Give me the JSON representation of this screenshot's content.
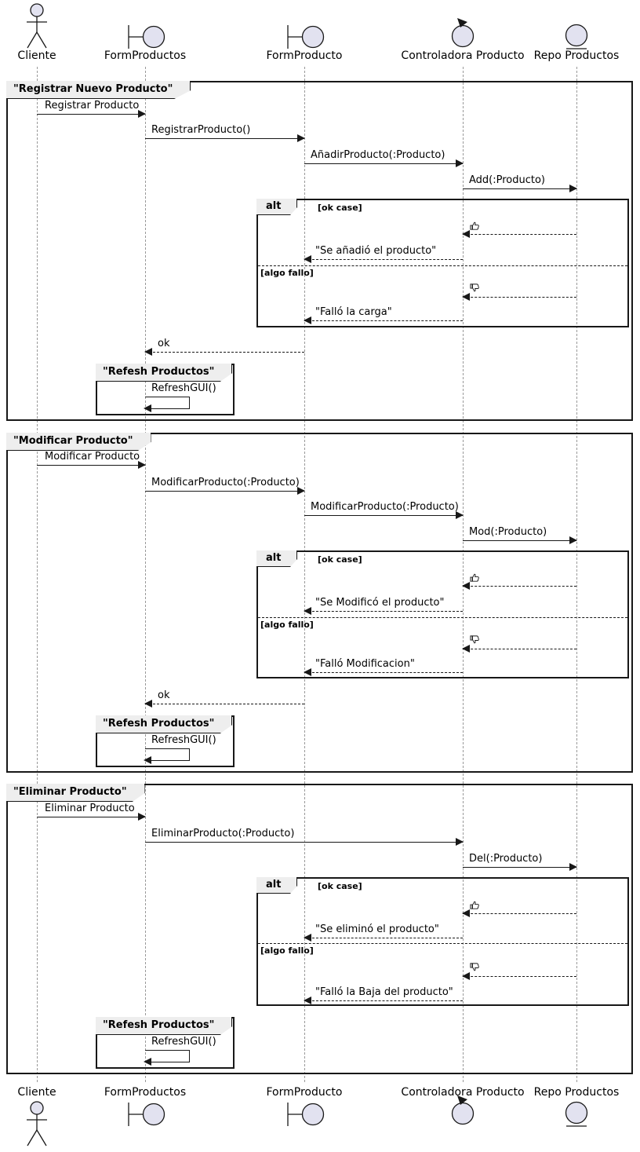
{
  "diagram_type": "uml-sequence",
  "colors": {
    "participant_fill": "#E2E2F0",
    "frame_header_fill": "#EEEEEE",
    "line": "#181818",
    "lifeline": "#999999"
  },
  "icons": {
    "success": "thumbs-up-icon",
    "failure": "thumbs-down-icon"
  },
  "participants": [
    {
      "label": "Cliente",
      "type": "actor",
      "icon": "actor-icon"
    },
    {
      "label": "FormProductos",
      "type": "boundary",
      "icon": "boundary-icon"
    },
    {
      "label": "FormProducto",
      "type": "boundary",
      "icon": "boundary-icon"
    },
    {
      "label": "Controladora Producto",
      "type": "control",
      "icon": "control-icon"
    },
    {
      "label": "Repo Productos",
      "type": "entity",
      "icon": "entity-icon"
    }
  ],
  "frames": [
    {
      "title": "\"Registrar Nuevo Producto\"",
      "alt_operator": "alt",
      "guards": {
        "ok": "[ok case]",
        "fail": "[algo fallo]"
      },
      "messages": {
        "m1": "Registrar Producto",
        "m2": "RegistrarProducto()",
        "m3": "AñadirProducto(:Producto)",
        "m4": "Add(:Producto)",
        "ok_reply": "\"Se añadió el producto\"",
        "fail_reply": "\"Falló la carga\"",
        "ok": "ok"
      },
      "refresh": {
        "title": "\"Refesh Productos\"",
        "message": "RefreshGUI()"
      }
    },
    {
      "title": "\"Modificar Producto\"",
      "alt_operator": "alt",
      "guards": {
        "ok": "[ok case]",
        "fail": "[algo fallo]"
      },
      "messages": {
        "m1": "Modificar Producto",
        "m2": "ModificarProducto(:Producto)",
        "m3": "ModificarProducto(:Producto)",
        "m4": "Mod(:Producto)",
        "ok_reply": "\"Se Modificó el producto\"",
        "fail_reply": "\"Falló Modificacion\"",
        "ok": "ok"
      },
      "refresh": {
        "title": "\"Refesh Productos\"",
        "message": "RefreshGUI()"
      }
    },
    {
      "title": "\"Eliminar Producto\"",
      "alt_operator": "alt",
      "guards": {
        "ok": "[ok case]",
        "fail": "[algo fallo]"
      },
      "messages": {
        "m1": "Eliminar Producto",
        "m2": "EliminarProducto(:Producto)",
        "m3": "Del(:Producto)",
        "ok_reply": "\"Se eliminó el producto\"",
        "fail_reply": "\"Falló la Baja del producto\""
      },
      "refresh": {
        "title": "\"Refesh Productos\"",
        "message": "RefreshGUI()"
      }
    }
  ]
}
